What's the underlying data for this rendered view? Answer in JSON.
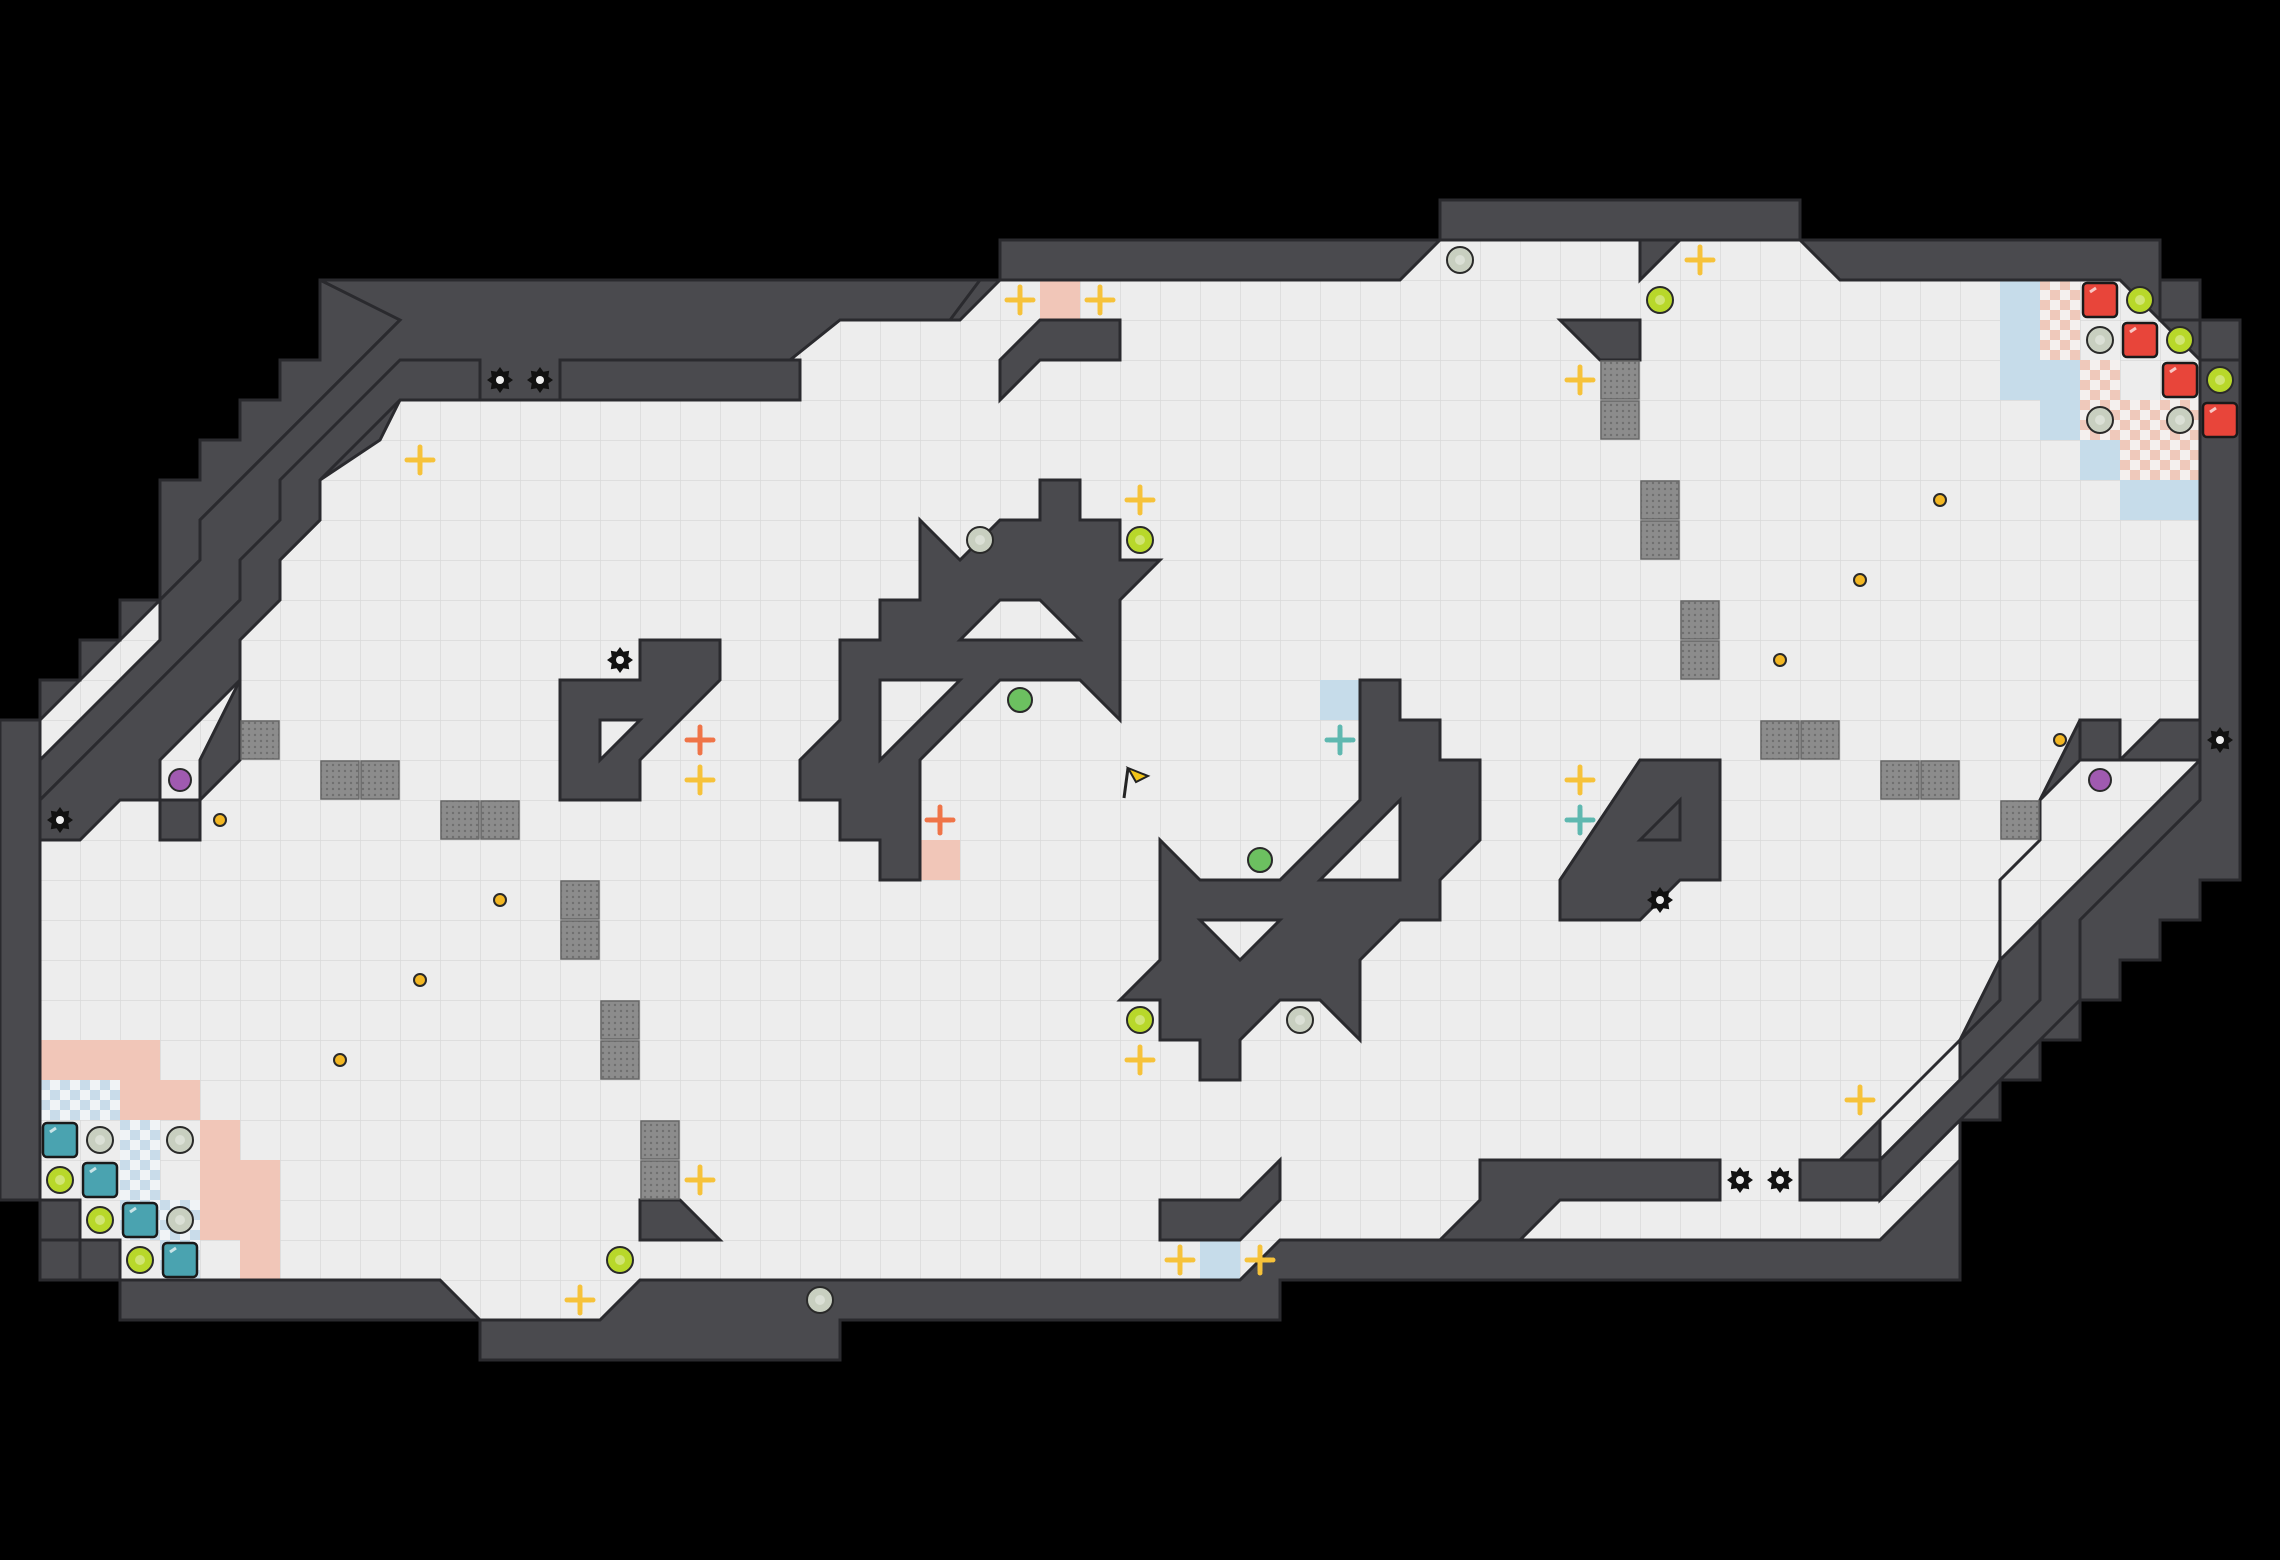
{
  "board": {
    "name": "arena-map",
    "cols": 57,
    "rows": 39,
    "colors": {
      "background": "#000000",
      "floor": "#ededed",
      "grid_line": "#dadada",
      "wall": "#4a4a4e",
      "wall_edge": "#2e2e32",
      "crate": "#8e8e8e",
      "team_red": "#e8453a",
      "team_blue": "#4aa3b0",
      "zone_red": "#f1c6b8",
      "zone_blue": "#c6dcea",
      "gem_green": "#b8d82a",
      "gem_gray": "#c8cfc0",
      "boost_yellow": "#f6c23a",
      "boost_orange": "#ef7448",
      "boost_teal": "#5fb8b0",
      "coin": "#f3b723",
      "orb_purple": "#a05ab0",
      "orb_green": "#6cc060",
      "flag": "#f0c419"
    }
  },
  "icons": {
    "spike": "spike-mine-icon",
    "boost": "boost-pad-icon",
    "gem": "energy-gem-icon",
    "coin": "coin-icon",
    "flag": "flag-icon",
    "crate": "metal-crate-icon",
    "spawn": "team-spawn-icon",
    "orb": "power-orb-icon"
  }
}
